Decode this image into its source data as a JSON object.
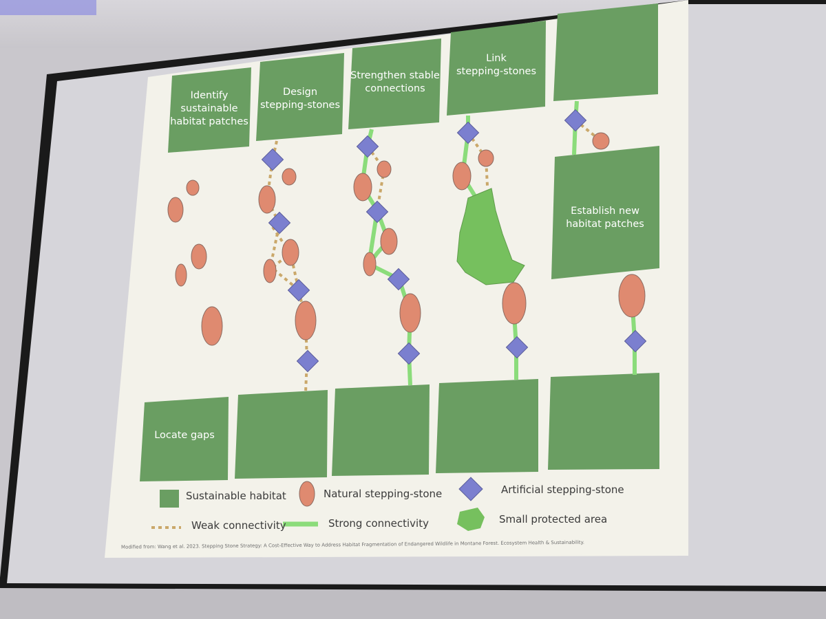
{
  "steps": {
    "identify": "Identify\nsustainable\nhabitat patches",
    "design": "Design\nstepping-stones",
    "strengthen": "Strengthen stable\nconnections",
    "link": "Link\nstepping-stones",
    "establish": "Establish new\nhabitat patches",
    "locate": "Locate gaps"
  },
  "legend": {
    "sustainable_habitat": "Sustainable habitat",
    "natural_stepping_stone": "Natural stepping-stone",
    "artificial_stepping_stone": "Artificial stepping-stone",
    "weak_connectivity": "Weak connectivity",
    "strong_connectivity": "Strong connectivity",
    "small_protected_area": "Small protected area"
  },
  "citation": "Modified from: Wang et al. 2023. Stepping Stone Strategy: A Cost-Effective Way to Address Habitat Fragmentation of Endangered Wildlife in Montane Forest. Ecosystem Health & Sustainability.",
  "colors": {
    "habitat": "#6a9e62",
    "stone_natural": "#df8a70",
    "stone_artificial": "#7b7fcf",
    "weak": "#caa86a",
    "strong": "#8bdc7b",
    "protected": "#76c05e",
    "slide_bg": "#f3f2ea"
  }
}
